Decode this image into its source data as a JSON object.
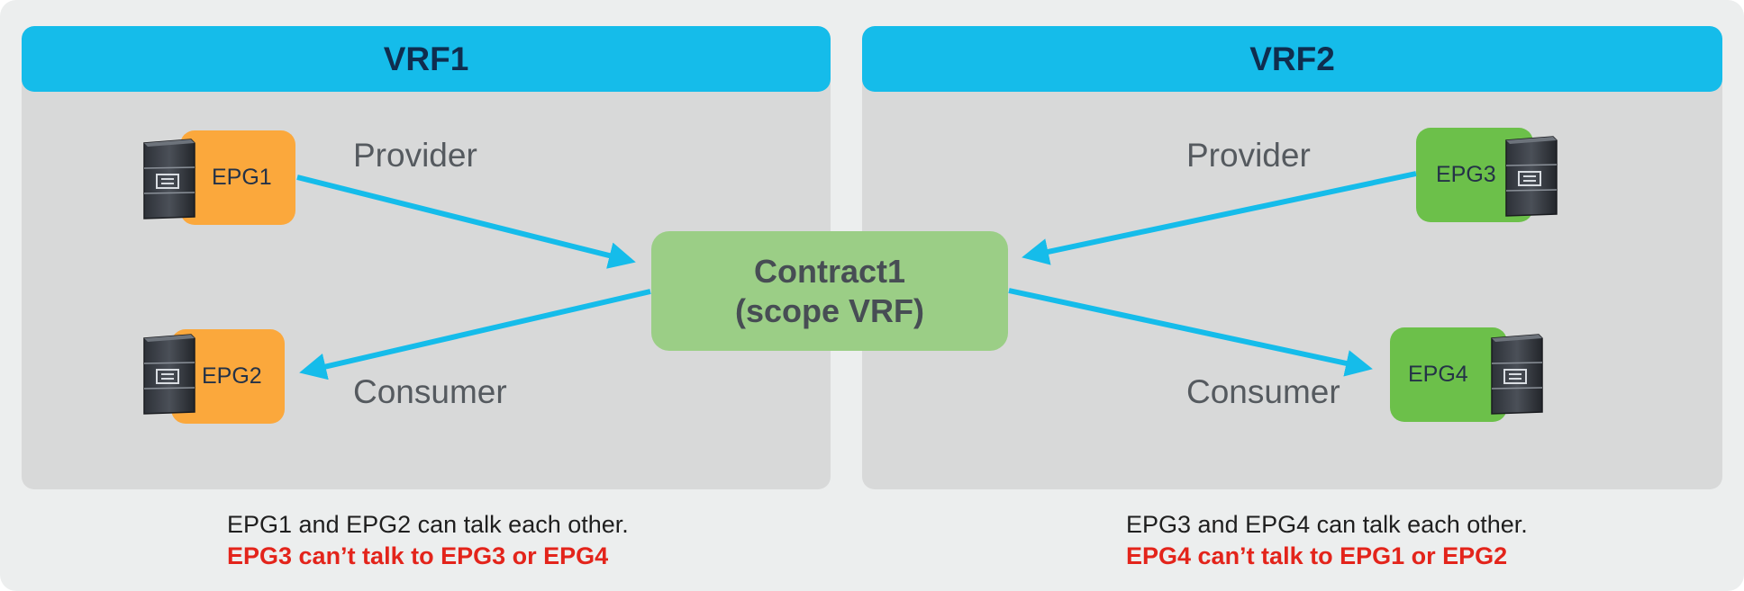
{
  "colors": {
    "canvas": "#eceeee",
    "vrf_panel": "#d8d9d9",
    "vrf_header": "#15bcea",
    "epg_vrf1": "#fba83c",
    "epg_vrf2": "#6cc04a",
    "contract": "#9bce86",
    "arrow": "#15bcea",
    "warning_text": "#e3241b"
  },
  "vrf1": {
    "title": "VRF1",
    "epgs": [
      {
        "label": "EPG1",
        "icon": "server-icon"
      },
      {
        "label": "EPG2",
        "icon": "server-icon"
      }
    ],
    "provider_label": "Provider",
    "consumer_label": "Consumer",
    "note": {
      "line1": "EPG1 and EPG2 can talk each other.",
      "line2": "EPG3 can’t talk to EPG3 or EPG4"
    }
  },
  "vrf2": {
    "title": "VRF2",
    "epgs": [
      {
        "label": "EPG3",
        "icon": "server-icon"
      },
      {
        "label": "EPG4",
        "icon": "server-icon"
      }
    ],
    "provider_label": "Provider",
    "consumer_label": "Consumer",
    "note": {
      "line1": "EPG3 and EPG4 can talk each other.",
      "line2": "EPG4 can’t talk to EPG1 or EPG2"
    }
  },
  "contract": {
    "line1": "Contract1",
    "line2": "(scope VRF)"
  }
}
